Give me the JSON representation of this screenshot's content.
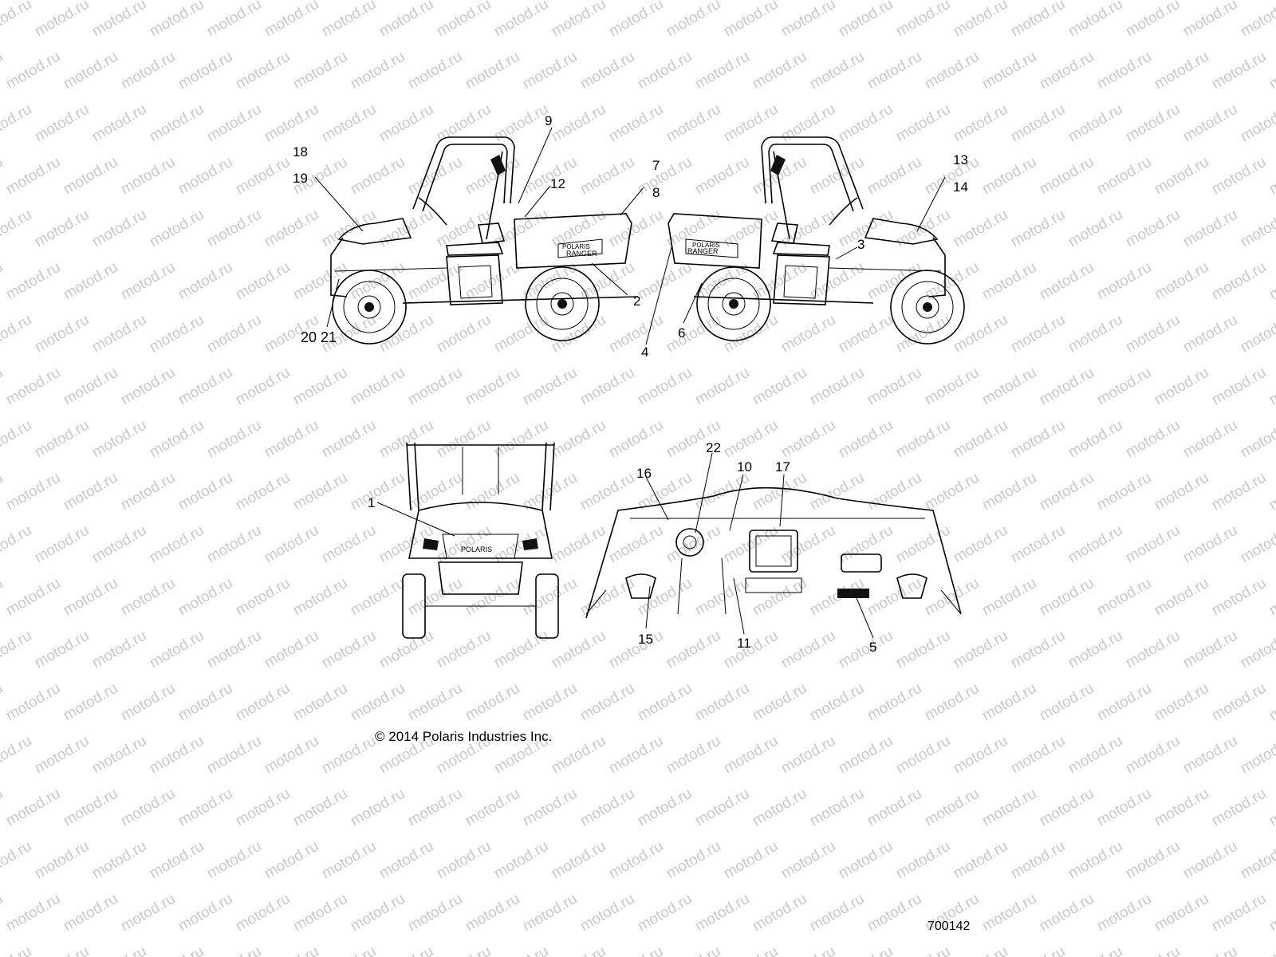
{
  "watermark_text": "motod.ru",
  "copyright": "© 2014 Polaris Industries Inc.",
  "diagram_number": "700142",
  "decal_text": {
    "brand": "POLARIS",
    "model": "RANGER"
  },
  "callouts": {
    "c1": "1",
    "c2": "2",
    "c3": "3",
    "c4": "4",
    "c5": "5",
    "c6": "6",
    "c7": "7",
    "c8": "8",
    "c9": "9",
    "c10": "10",
    "c11": "11",
    "c12": "12",
    "c13": "13",
    "c14": "14",
    "c15": "15",
    "c16": "16",
    "c17": "17",
    "c18": "18",
    "c19": "19",
    "c20_21": "20 21",
    "c22": "22"
  }
}
